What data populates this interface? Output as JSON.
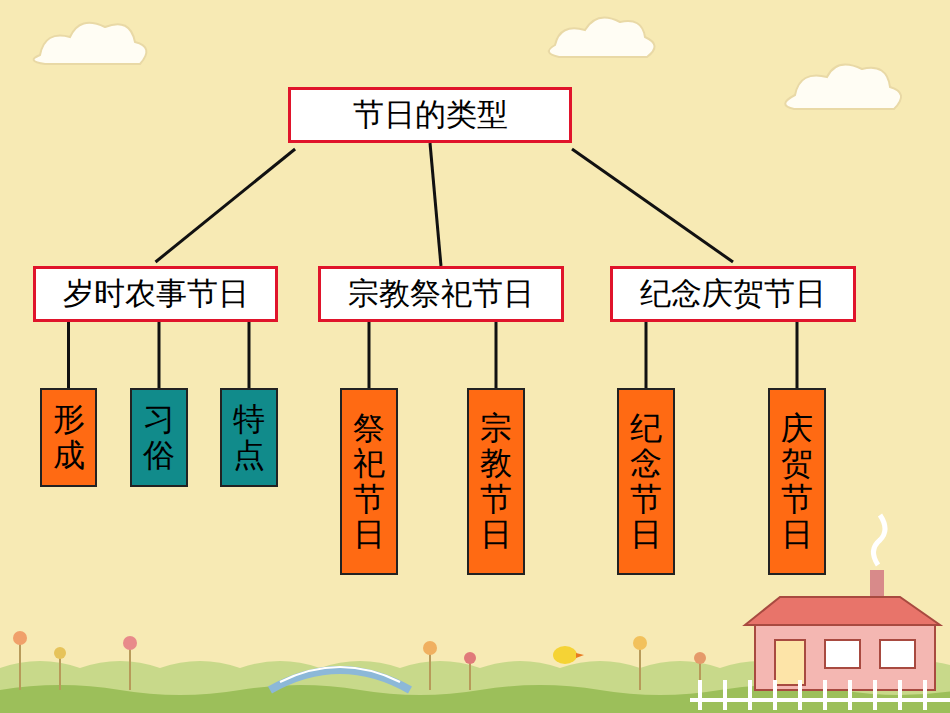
{
  "diagram": {
    "nodes": [
      {
        "text": [
          "节日的类型"
        ]
      },
      {
        "text": [
          "岁时农事节日"
        ]
      },
      {
        "text": [
          "宗教祭祀节日"
        ]
      },
      {
        "text": [
          "纪念庆贺节日"
        ]
      },
      {
        "text": [
          "形成"
        ]
      },
      {
        "text": [
          "习俗"
        ]
      },
      {
        "text": [
          "特点"
        ]
      },
      {
        "text": [
          "祭祀节日"
        ]
      },
      {
        "text": [
          "宗教节日"
        ]
      },
      {
        "text": [
          "纪念节日"
        ]
      },
      {
        "text": [
          "庆贺节日"
        ]
      }
    ],
    "edges": [
      {
        "from": 0,
        "to": 1,
        "arrow": "none"
      },
      {
        "from": 0,
        "to": 2,
        "arrow": "none"
      },
      {
        "from": 0,
        "to": 3,
        "arrow": "none"
      },
      {
        "from": 1,
        "to": 4,
        "arrow": "none"
      },
      {
        "from": 1,
        "to": 5,
        "arrow": "none"
      },
      {
        "from": 1,
        "to": 6,
        "arrow": "none"
      },
      {
        "from": 2,
        "to": 7,
        "arrow": "none"
      },
      {
        "from": 2,
        "to": 8,
        "arrow": "none"
      },
      {
        "from": 3,
        "to": 9,
        "arrow": "none"
      },
      {
        "from": 3,
        "to": 10,
        "arrow": "none"
      }
    ]
  }
}
